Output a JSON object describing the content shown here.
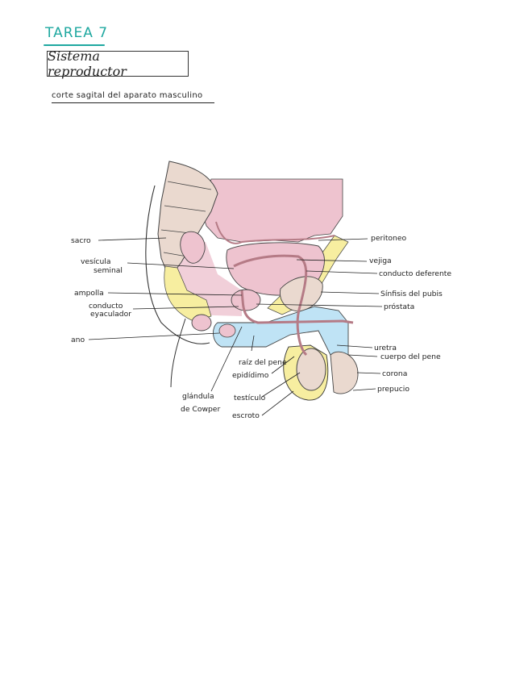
{
  "header": {
    "task": "TAREA 7",
    "title": "Sistema reproductor",
    "subtitle": "corte sagital del aparato masculino"
  },
  "labels": {
    "sacro": "sacro",
    "vesicula_1": "vesícula",
    "vesicula_2": "seminal",
    "ampolla": "ampolla",
    "conducto_eyac_1": "conducto",
    "conducto_eyac_2": "eyaculador",
    "ano": "ano",
    "raiz": "raíz del pene",
    "epididimo": "epidídimo",
    "glandula_1": "glándula",
    "glandula_2": "de Cowper",
    "testiculo": "testículo",
    "escroto": "escroto",
    "peritoneo": "peritoneo",
    "vejiga": "vejiga",
    "deferente": "conducto deferente",
    "sinfisis": "Sínfisis del pubis",
    "prostata": "próstata",
    "uretra": "uretra",
    "cuerpo": "cuerpo del pene",
    "corona": "corona",
    "prepucio": "prepucio"
  },
  "colors": {
    "accent": "#1fa8a0",
    "pink": "#eec3cf",
    "yellow": "#f7eea0",
    "blue": "#bfe3f5",
    "bone": "#ead9cf",
    "duct": "#b57b86"
  }
}
